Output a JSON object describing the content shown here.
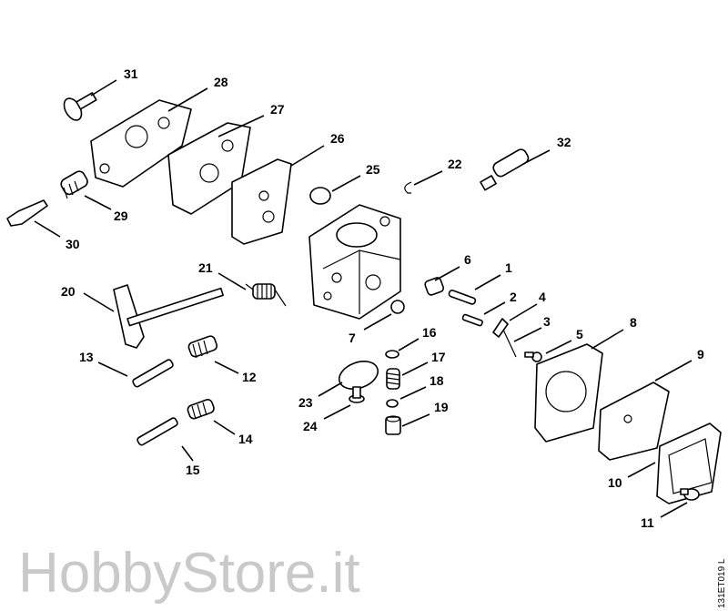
{
  "diagram": {
    "labels": [
      "31",
      "28",
      "27",
      "26",
      "25",
      "22",
      "32",
      "29",
      "30",
      "21",
      "20",
      "6",
      "1",
      "2",
      "4",
      "3",
      "7",
      "5",
      "8",
      "16",
      "17",
      "13",
      "12",
      "18",
      "9",
      "23",
      "19",
      "24",
      "14",
      "15",
      "10",
      "11"
    ],
    "drawing_code": "131ET019 L",
    "watermark": "HobbyStore.it"
  }
}
